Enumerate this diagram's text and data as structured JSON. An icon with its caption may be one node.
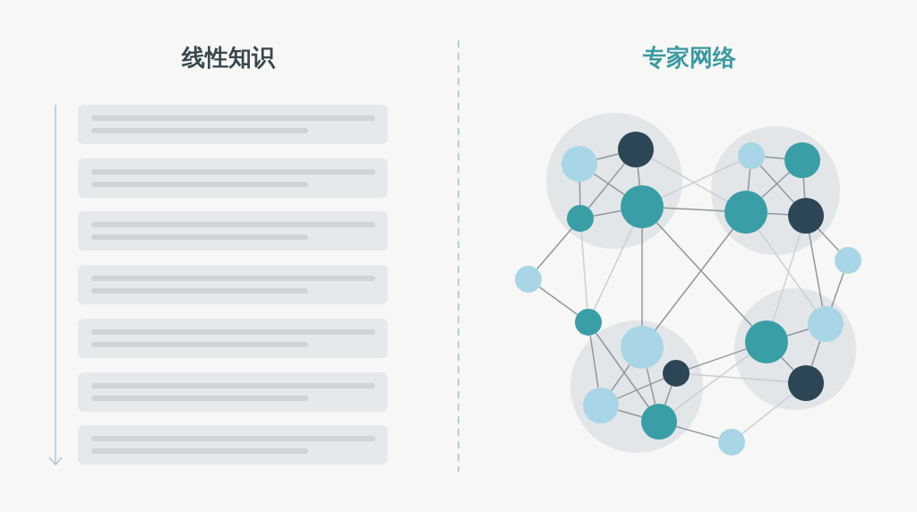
{
  "diagram": {
    "nodes": [
      {
        "text": [],
        "shape": "box"
      },
      {
        "text": [],
        "shape": "box"
      },
      {
        "text": [],
        "shape": "box"
      },
      {
        "text": [],
        "shape": "box"
      },
      {
        "text": [],
        "shape": "box"
      },
      {
        "text": [],
        "shape": "box"
      },
      {
        "text": [],
        "shape": "box"
      },
      {
        "text": [],
        "shape": "circle"
      },
      {
        "text": [],
        "shape": "circle",
        "in": 7
      },
      {
        "text": [],
        "shape": "circle",
        "in": 7
      },
      {
        "text": [],
        "shape": "circle",
        "in": 7
      },
      {
        "text": [],
        "shape": "circle",
        "in": 7
      },
      {
        "text": [],
        "shape": "circle"
      },
      {
        "text": [],
        "shape": "circle",
        "in": 12
      },
      {
        "text": [],
        "shape": "circle",
        "in": 12
      },
      {
        "text": [],
        "shape": "circle",
        "in": 12
      },
      {
        "text": [],
        "shape": "circle",
        "in": 12
      },
      {
        "text": [],
        "shape": "circle"
      },
      {
        "text": [],
        "shape": "circle"
      },
      {
        "text": [],
        "shape": "circle"
      },
      {
        "text": [],
        "shape": "circle"
      },
      {
        "text": [],
        "shape": "circle",
        "in": 20
      },
      {
        "text": [],
        "shape": "circle",
        "in": 20
      },
      {
        "text": [],
        "shape": "circle",
        "in": 20
      },
      {
        "text": [],
        "shape": "circle",
        "in": 20
      },
      {
        "text": [],
        "shape": "circle"
      },
      {
        "text": [],
        "shape": "circle",
        "in": 25
      },
      {
        "text": [],
        "shape": "circle",
        "in": 25
      },
      {
        "text": [],
        "shape": "circle",
        "in": 25
      },
      {
        "text": [],
        "shape": "circle"
      }
    ],
    "edges": [
      {
        "from": 8,
        "to": 9,
        "arrow": "none"
      },
      {
        "from": 8,
        "to": 10,
        "arrow": "none"
      },
      {
        "from": 8,
        "to": 11,
        "arrow": "none"
      },
      {
        "from": 9,
        "to": 10,
        "arrow": "none"
      },
      {
        "from": 9,
        "to": 11,
        "arrow": "none"
      },
      {
        "from": 11,
        "to": 10,
        "arrow": "none"
      },
      {
        "from": 13,
        "to": 14,
        "arrow": "none"
      },
      {
        "from": 13,
        "to": 15,
        "arrow": "none"
      },
      {
        "from": 13,
        "to": 16,
        "arrow": "none"
      },
      {
        "from": 14,
        "to": 15,
        "arrow": "none"
      },
      {
        "from": 14,
        "to": 16,
        "arrow": "none"
      },
      {
        "from": 15,
        "to": 16,
        "arrow": "none"
      },
      {
        "from": 9,
        "to": 15,
        "arrow": "none",
        "color": "#c9d0d5"
      },
      {
        "from": 10,
        "to": 13,
        "arrow": "none",
        "color": "#c9d0d5"
      },
      {
        "from": 10,
        "to": 15,
        "arrow": "none"
      },
      {
        "from": 10,
        "to": 26,
        "arrow": "none"
      },
      {
        "from": 10,
        "to": 21,
        "arrow": "none"
      },
      {
        "from": 10,
        "to": 19,
        "arrow": "none",
        "color": "#c9d0d5"
      },
      {
        "from": 11,
        "to": 19,
        "arrow": "none",
        "color": "#c9d0d5"
      },
      {
        "from": 11,
        "to": 18,
        "arrow": "none"
      },
      {
        "from": 15,
        "to": 21,
        "arrow": "none"
      },
      {
        "from": 15,
        "to": 27,
        "arrow": "none",
        "color": "#c9d0d5"
      },
      {
        "from": 16,
        "to": 17,
        "arrow": "none"
      },
      {
        "from": 16,
        "to": 27,
        "arrow": "none"
      },
      {
        "from": 16,
        "to": 26,
        "arrow": "none",
        "color": "#c9d0d5"
      },
      {
        "from": 17,
        "to": 27,
        "arrow": "none"
      },
      {
        "from": 18,
        "to": 19,
        "arrow": "none"
      },
      {
        "from": 19,
        "to": 23,
        "arrow": "none"
      },
      {
        "from": 19,
        "to": 24,
        "arrow": "none"
      },
      {
        "from": 21,
        "to": 23,
        "arrow": "none"
      },
      {
        "from": 21,
        "to": 24,
        "arrow": "none"
      },
      {
        "from": 23,
        "to": 22,
        "arrow": "none"
      },
      {
        "from": 22,
        "to": 24,
        "arrow": "none"
      },
      {
        "from": 23,
        "to": 24,
        "arrow": "none"
      },
      {
        "from": 26,
        "to": 27,
        "arrow": "none"
      },
      {
        "from": 26,
        "to": 28,
        "arrow": "none"
      },
      {
        "from": 27,
        "to": 28,
        "arrow": "none"
      },
      {
        "from": 26,
        "to": 22,
        "arrow": "none"
      },
      {
        "from": 22,
        "to": 28,
        "arrow": "none",
        "color": "#c9d0d5"
      },
      {
        "from": 24,
        "to": 26,
        "arrow": "none",
        "color": "#c9d0d5"
      },
      {
        "from": 28,
        "to": 29,
        "arrow": "none",
        "color": "#c9d0d5"
      },
      {
        "from": 24,
        "to": 29,
        "arrow": "none"
      }
    ],
    "labels": [
      "线性知识",
      "专家网络"
    ]
  }
}
